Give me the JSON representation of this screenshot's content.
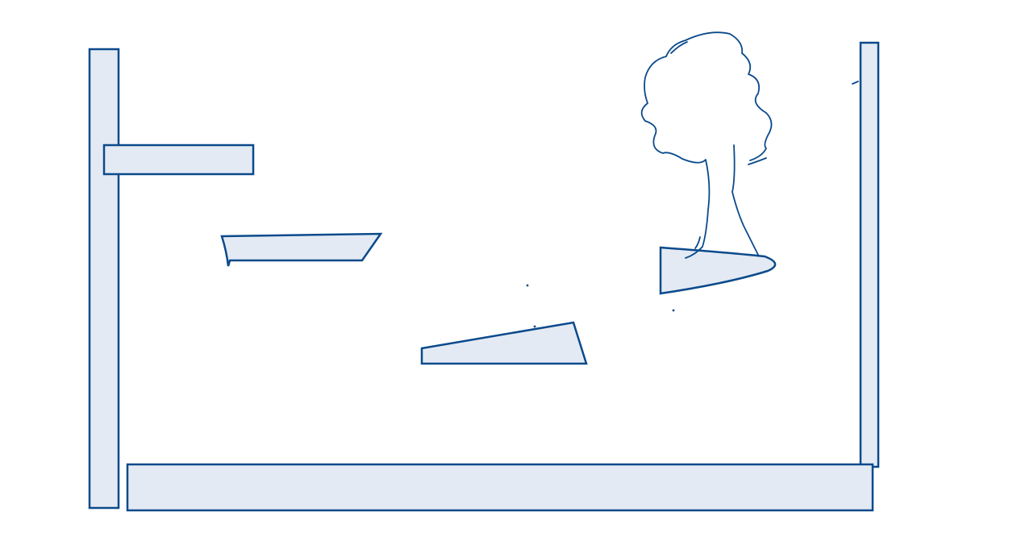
{
  "scene": {
    "background": "#ffffff",
    "stroke_color": "#0b4a8b",
    "fill_color": "#e3eaf4",
    "objects": [
      "left-wall",
      "right-wall",
      "floor",
      "upper-left-ledge",
      "left-platform",
      "middle-ramp",
      "right-platform",
      "tree"
    ]
  }
}
